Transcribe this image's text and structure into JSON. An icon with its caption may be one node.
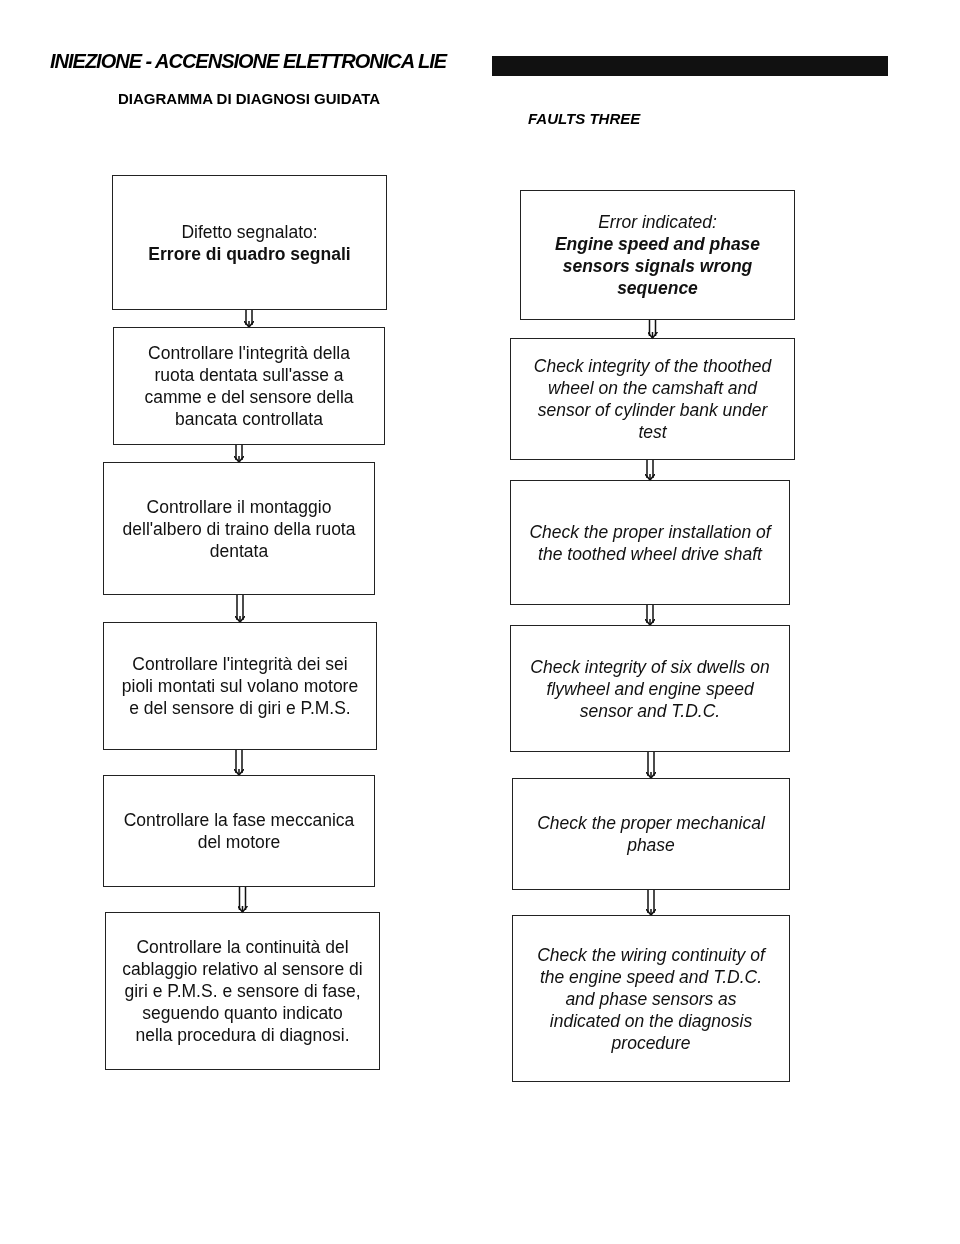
{
  "diagram": {
    "title": "INIEZIONE - ACCENSIONE ELETTRONICA LIE",
    "nodes": [
      {
        "text": [
          "Difetto segnalato:",
          "Errore di quadro segnali"
        ]
      },
      {
        "text": [
          "Controllare l'integrità della ruota dentata sull'asse a camme e del sensore della bancata controllata"
        ]
      },
      {
        "text": [
          "Controllare il montaggio dell'albero di traino della ruota dentata"
        ]
      },
      {
        "text": [
          "Controllare l'integrità dei sei pioli montati sul volano motore e del sensore di giri e P.M.S."
        ]
      },
      {
        "text": [
          "Controllare la fase meccanica del motore"
        ]
      },
      {
        "text": [
          "Controllare la continuità del cablaggio relativo al sensore di giri e P.M.S. e sensore di fase, seguendo quanto indicato nella procedura di diagnosi."
        ]
      },
      {
        "text": [
          "Error indicated:",
          "Engine speed and phase sensors signals wrong sequence"
        ]
      },
      {
        "text": [
          "Check integrity of the thoothed wheel on the camshaft and sensor of cylinder bank under test"
        ]
      },
      {
        "text": [
          "Check the proper installation of the toothed wheel drive shaft"
        ]
      },
      {
        "text": [
          "Check integrity of six dwells on flywheel and engine speed sensor and T.D.C."
        ]
      },
      {
        "text": [
          "Check the proper mechanical phase"
        ]
      },
      {
        "text": [
          "Check the wiring continuity of the engine speed and T.D.C. and phase sensors as indicated on the diagnosis procedure"
        ]
      }
    ],
    "edges": [
      {
        "from": 0,
        "to": 1,
        "arrow": "to"
      },
      {
        "from": 1,
        "to": 2,
        "arrow": "to"
      },
      {
        "from": 2,
        "to": 3,
        "arrow": "to"
      },
      {
        "from": 3,
        "to": 4,
        "arrow": "to"
      },
      {
        "from": 4,
        "to": 5,
        "arrow": "to"
      },
      {
        "from": 6,
        "to": 7,
        "arrow": "to"
      },
      {
        "from": 7,
        "to": 8,
        "arrow": "to"
      },
      {
        "from": 8,
        "to": 9,
        "arrow": "to"
      },
      {
        "from": 9,
        "to": 10,
        "arrow": "to"
      },
      {
        "from": 10,
        "to": 11,
        "arrow": "to"
      }
    ],
    "labels": [
      "DIAGRAMMA DI DIAGNOSI GUIDATA",
      "FAULTS THREE"
    ]
  }
}
